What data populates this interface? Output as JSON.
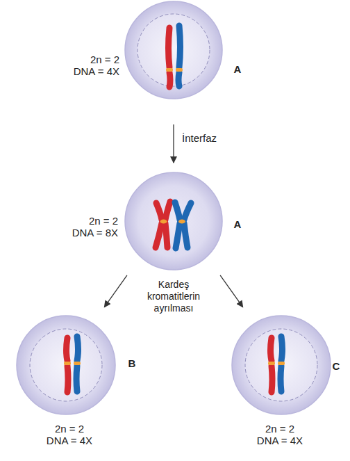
{
  "diagram": {
    "nodes": [
      {
        "text": [
          "2n = 2",
          "DNA = 4X",
          "A"
        ]
      },
      {
        "text": [
          "2n = 2",
          "DNA = 8X",
          "A"
        ]
      },
      {
        "text": [
          "B",
          "2n = 2",
          "DNA = 4X"
        ]
      },
      {
        "text": [
          "C",
          "2n = 2",
          "DNA = 4X"
        ]
      }
    ],
    "edges": [
      {
        "from": 0,
        "to": 1,
        "arrow": "to",
        "label": "İnterfaz"
      },
      {
        "from": 1,
        "to": 2,
        "arrow": "to"
      },
      {
        "from": 1,
        "to": 3,
        "arrow": "to"
      }
    ],
    "labels": [
      "Kardeş kromatitlerin ayrılması"
    ]
  }
}
